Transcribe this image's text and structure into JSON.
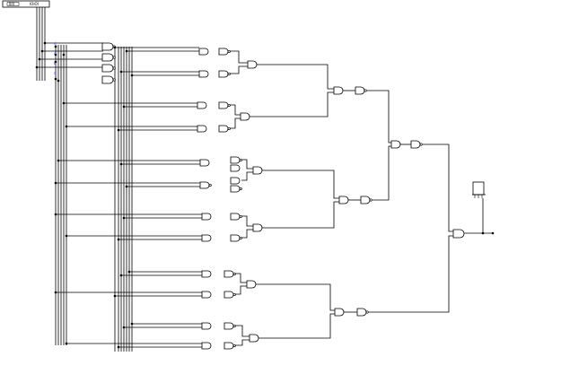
{
  "input_module": {
    "left_text": "IIIII",
    "right_text": "IOIOI"
  },
  "input_labels": [
    "d",
    "c",
    "b",
    "a"
  ],
  "colors": {
    "wire": "#000000",
    "label": "#1e3cff",
    "background": "#ffffff"
  },
  "icons": [
    "input-switch-module",
    "and-gate",
    "nand-gate",
    "output-probe"
  ]
}
